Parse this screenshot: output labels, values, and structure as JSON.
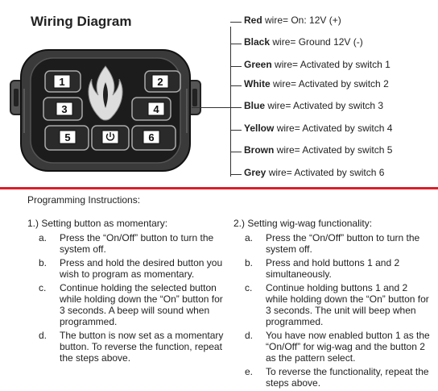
{
  "title": "Wiring Diagram",
  "device": {
    "buttons": [
      "1",
      "2",
      "3",
      "4",
      "5",
      "6"
    ],
    "power_icon": "power-icon",
    "logo_icon": "flame-icon"
  },
  "wires": [
    {
      "color": "Red",
      "desc": " wire= On: 12V (+)"
    },
    {
      "color": "Black",
      "desc": " wire= Ground 12V (-)"
    },
    {
      "color": "Green",
      "desc": " wire= Activated by switch 1"
    },
    {
      "color": "White",
      "desc": " wire= Activated by switch 2"
    },
    {
      "color": "Blue",
      "desc": " wire= Activated by switch 3"
    },
    {
      "color": "Yellow",
      "desc": " wire= Activated by switch 4"
    },
    {
      "color": "Brown",
      "desc": " wire= Activated by switch 5"
    },
    {
      "color": "Grey",
      "desc": " wire= Activated by switch 6"
    }
  ],
  "accent_color": "#d9202a",
  "programming": {
    "title": "Programming Instructions:",
    "section1": {
      "heading": "1.) Setting button as momentary:",
      "steps": [
        {
          "letter": "a.",
          "text": "Press the “On/Off” button to turn the system off."
        },
        {
          "letter": "b.",
          "text": "Press and hold the desired button you wish to program as momentary."
        },
        {
          "letter": "c.",
          "text": "Continue holding the selected button while holding down the “On” button for 3 seconds. A beep will sound when programmed."
        },
        {
          "letter": "d.",
          "text": "The button is now set as a momentary button. To reverse the function, repeat the steps above."
        }
      ]
    },
    "section2": {
      "heading": "2.) Setting wig-wag functionality:",
      "steps": [
        {
          "letter": "a.",
          "text": "Press the “On/Off” button to turn the system off."
        },
        {
          "letter": "b.",
          "text": "Press and hold buttons 1 and 2 simultaneously."
        },
        {
          "letter": "c.",
          "text": "Continue holding buttons 1 and 2 while holding down the “On” button for 3 seconds. The unit will beep when programmed."
        },
        {
          "letter": "d.",
          "text": "You have now enabled button 1 as the “On/Off” for wig-wag and the button 2 as the pattern select."
        },
        {
          "letter": "e.",
          "text": "To reverse the functionality, repeat the steps above."
        }
      ]
    }
  }
}
